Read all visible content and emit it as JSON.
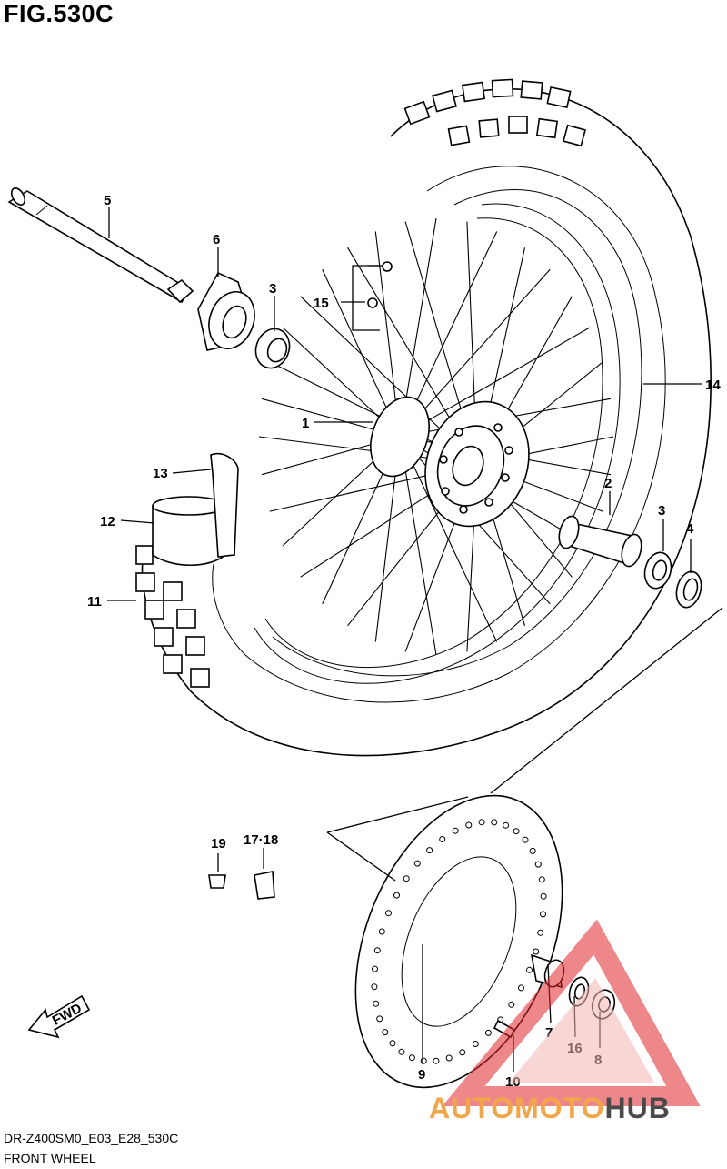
{
  "figure": {
    "title": "FIG.530C",
    "model_code": "DR-Z400SM0_E03_E28_530C",
    "name": "FRONT WHEEL"
  },
  "callouts": {
    "c1": "1",
    "c2": "2",
    "c3a": "3",
    "c3b": "3",
    "c4": "4",
    "c5": "5",
    "c6": "6",
    "c7": "7",
    "c8": "8",
    "c9": "9",
    "c10": "10",
    "c11": "11",
    "c12": "12",
    "c13": "13",
    "c14": "14",
    "c15": "15",
    "c16": "16",
    "c17_18": "17·18",
    "c19": "19"
  },
  "direction_arrow": {
    "label": "FWD"
  },
  "watermark": {
    "part1": "AUTO",
    "part2": "MOTO",
    "part3": "HUB",
    "colors": {
      "orange": "#f2a64a",
      "gray": "#4a4a4a",
      "red": "#e0262a"
    }
  }
}
